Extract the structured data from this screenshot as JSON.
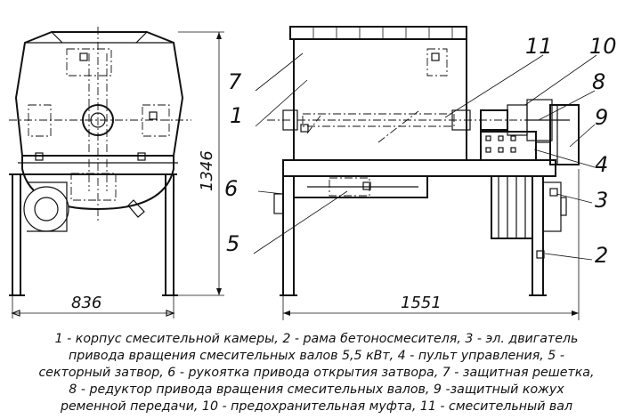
{
  "dimensions": {
    "side_width": "836",
    "front_width": "1551",
    "height": "1346"
  },
  "callouts": [
    "1",
    "2",
    "3",
    "4",
    "5",
    "6",
    "7",
    "8",
    "9",
    "10",
    "11"
  ],
  "caption": [
    "1 - корпус смесительной камеры, 2 - рама бетоносмесителя, 3 - эл. двигатель",
    "привода вращения смесительных валов 5,5 кВт, 4 - пульт управления, 5 -",
    "секторный затвор, 6 - рукоятка привода открытия затвора, 7 - защитная решетка,",
    "8 - редуктор привода вращения смесительных валов, 9 -защитный кожух",
    "ременной передачи, 10 - предохранительная муфта, 11 - смесительный вал"
  ]
}
